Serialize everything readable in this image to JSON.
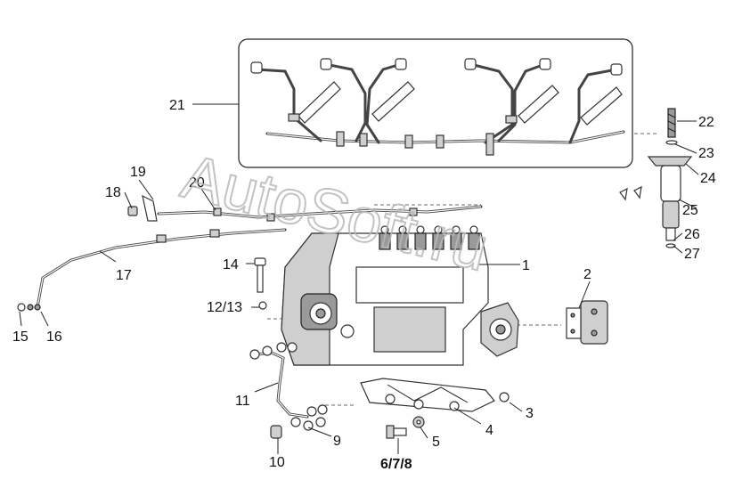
{
  "watermark": "AutoSoft.ru",
  "callouts": {
    "c1": "1",
    "c2": "2",
    "c3": "3",
    "c4": "4",
    "c5": "5",
    "c678": "6/7/8",
    "c9": "9",
    "c10": "10",
    "c11": "11",
    "c1213": "12/13",
    "c14": "14",
    "c15": "15",
    "c16": "16",
    "c17": "17",
    "c18": "18",
    "c19": "19",
    "c20": "20",
    "c21": "21",
    "c22": "22",
    "c23": "23",
    "c24": "24",
    "c25": "25",
    "c26": "26",
    "c27": "27"
  },
  "colors": {
    "line": "#222222",
    "watermark": "#b8b8b8",
    "background": "#ffffff"
  }
}
